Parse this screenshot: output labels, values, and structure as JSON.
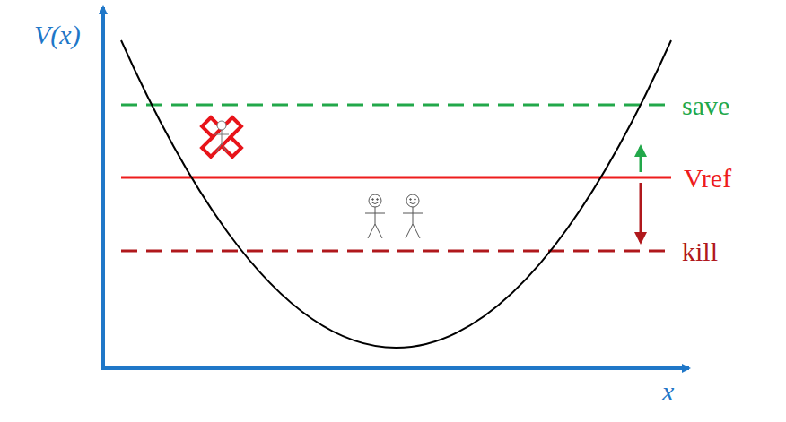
{
  "diagram": {
    "labels": [
      "V(x)",
      "x",
      "save",
      "Vref",
      "kill"
    ]
  }
}
